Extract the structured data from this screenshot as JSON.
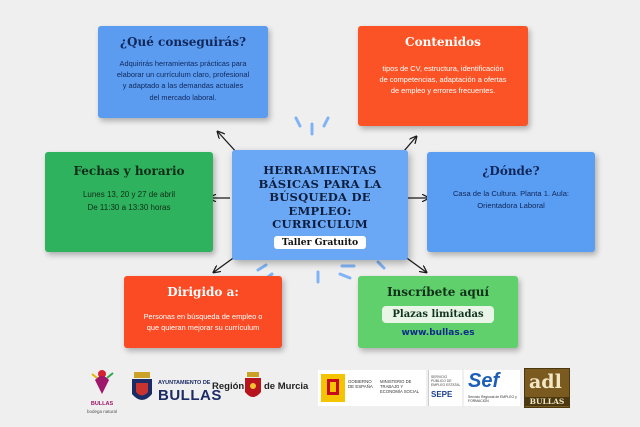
{
  "center": {
    "title_lines": [
      "HERRAMIENTAS",
      "BÁSICAS PARA LA",
      "BÚSQUEDA DE",
      "EMPLEO:",
      "CURRICULUM"
    ],
    "badge": "Taller Gratuito"
  },
  "cards": {
    "conseguiras": {
      "title": "¿Qué conseguirás?",
      "lines": [
        "Adquirirás herramientas prácticas para",
        "elaborar un currículum claro, profesional",
        "y adaptado a las demandas actuales",
        "del mercado laboral."
      ]
    },
    "contenidos": {
      "title": "Contenidos",
      "lines": [
        "tipos de CV, estructura, identificación",
        "de competencias, adaptación a ofertas",
        "de empleo y errores frecuentes."
      ]
    },
    "fechas": {
      "title": "Fechas y horario",
      "lines": [
        "Lunes 13, 20 y 27 de abril",
        "De 11:30 a 13:30 horas"
      ]
    },
    "donde": {
      "title": "¿Dónde?",
      "lines": [
        "Casa de la Cultura. Planta 1. Aula:",
        "Orientadora Laboral"
      ]
    },
    "dirigido": {
      "title": "Dirigido a:",
      "lines": [
        "Personas en búsqueda de empleo o",
        "que quieran mejorar su currículum"
      ]
    },
    "inscribete": {
      "title": "Inscríbete aquí",
      "pill": "Plazas limitadas",
      "url": "www.bullas.es"
    }
  },
  "logos": {
    "bullas_brand": {
      "word": "BULLAS",
      "tagline": "bodega natural"
    },
    "ayuntamiento": {
      "line1": "AYUNTAMIENTO DE",
      "line2": "BULLAS"
    },
    "region": {
      "part1": "Región",
      "part2": "de Murcia"
    },
    "gobierno": {
      "gov": "GOBIERNO DE ESPAÑA",
      "ministry": "MINISTERIO DE TRABAJO Y ECONOMÍA SOCIAL"
    },
    "sepe": {
      "service": "SERVICIO PÚBLICO DE EMPLEO ESTATAL",
      "name": "SEPE"
    },
    "sef": {
      "name": "Sef",
      "subtitle": "Servicio Regional de EMPLEO y FORMACIÓN"
    },
    "adl": {
      "name": "adl",
      "place": "BULLAS"
    }
  },
  "colors": {
    "background": "#efefef",
    "blue_card": "#5b9cf1",
    "orange_card": "#fb5325",
    "green_card": "#2fb25d",
    "light_green_card": "#5fd06c",
    "center_card": "#6aa8f6",
    "accent_lines": "#6aa8f6"
  }
}
